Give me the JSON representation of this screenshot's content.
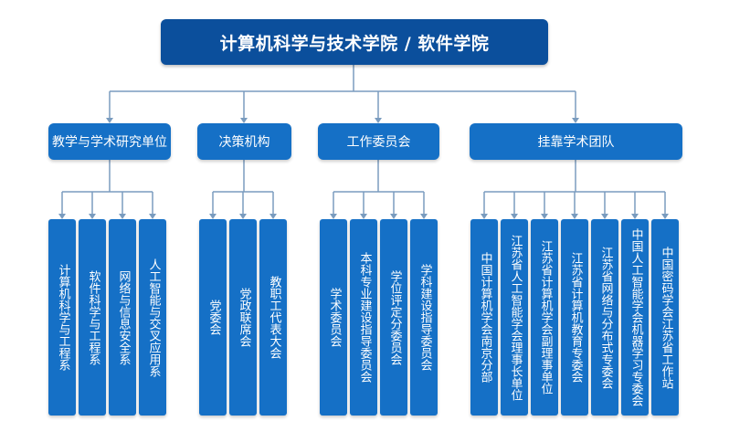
{
  "root": {
    "title": "计算机科学与技术学院 / 软件学院"
  },
  "categories": [
    {
      "label": "教学与学术研究单位",
      "children": [
        "计算机科学与工程系",
        "软件科学与工程系",
        "网络与信息安全系",
        "人工智能与交叉应用系"
      ]
    },
    {
      "label": "决策机构",
      "children": [
        "党委会",
        "党政联席会",
        "教职工代表大会"
      ]
    },
    {
      "label": "工作委员会",
      "children": [
        "学术委员会",
        "本科专业建设指导委员会",
        "学位评定分委员会",
        "学科建设指导委员会"
      ]
    },
    {
      "label": "挂靠学术团队",
      "children": [
        "中国计算机学会南京分部",
        "江苏省人工智能学会理事长单位",
        "江苏省计算机学会副理事单位",
        "江苏省计算机教育专委会",
        "江苏省网络与分布式专委会",
        "中国人工智能学会机器学习专委会",
        "中国密码学会江苏省工作站"
      ]
    }
  ],
  "colors": {
    "root": "#0b4f9c",
    "node": "#1570c6",
    "connector": "#7a9cbf"
  }
}
